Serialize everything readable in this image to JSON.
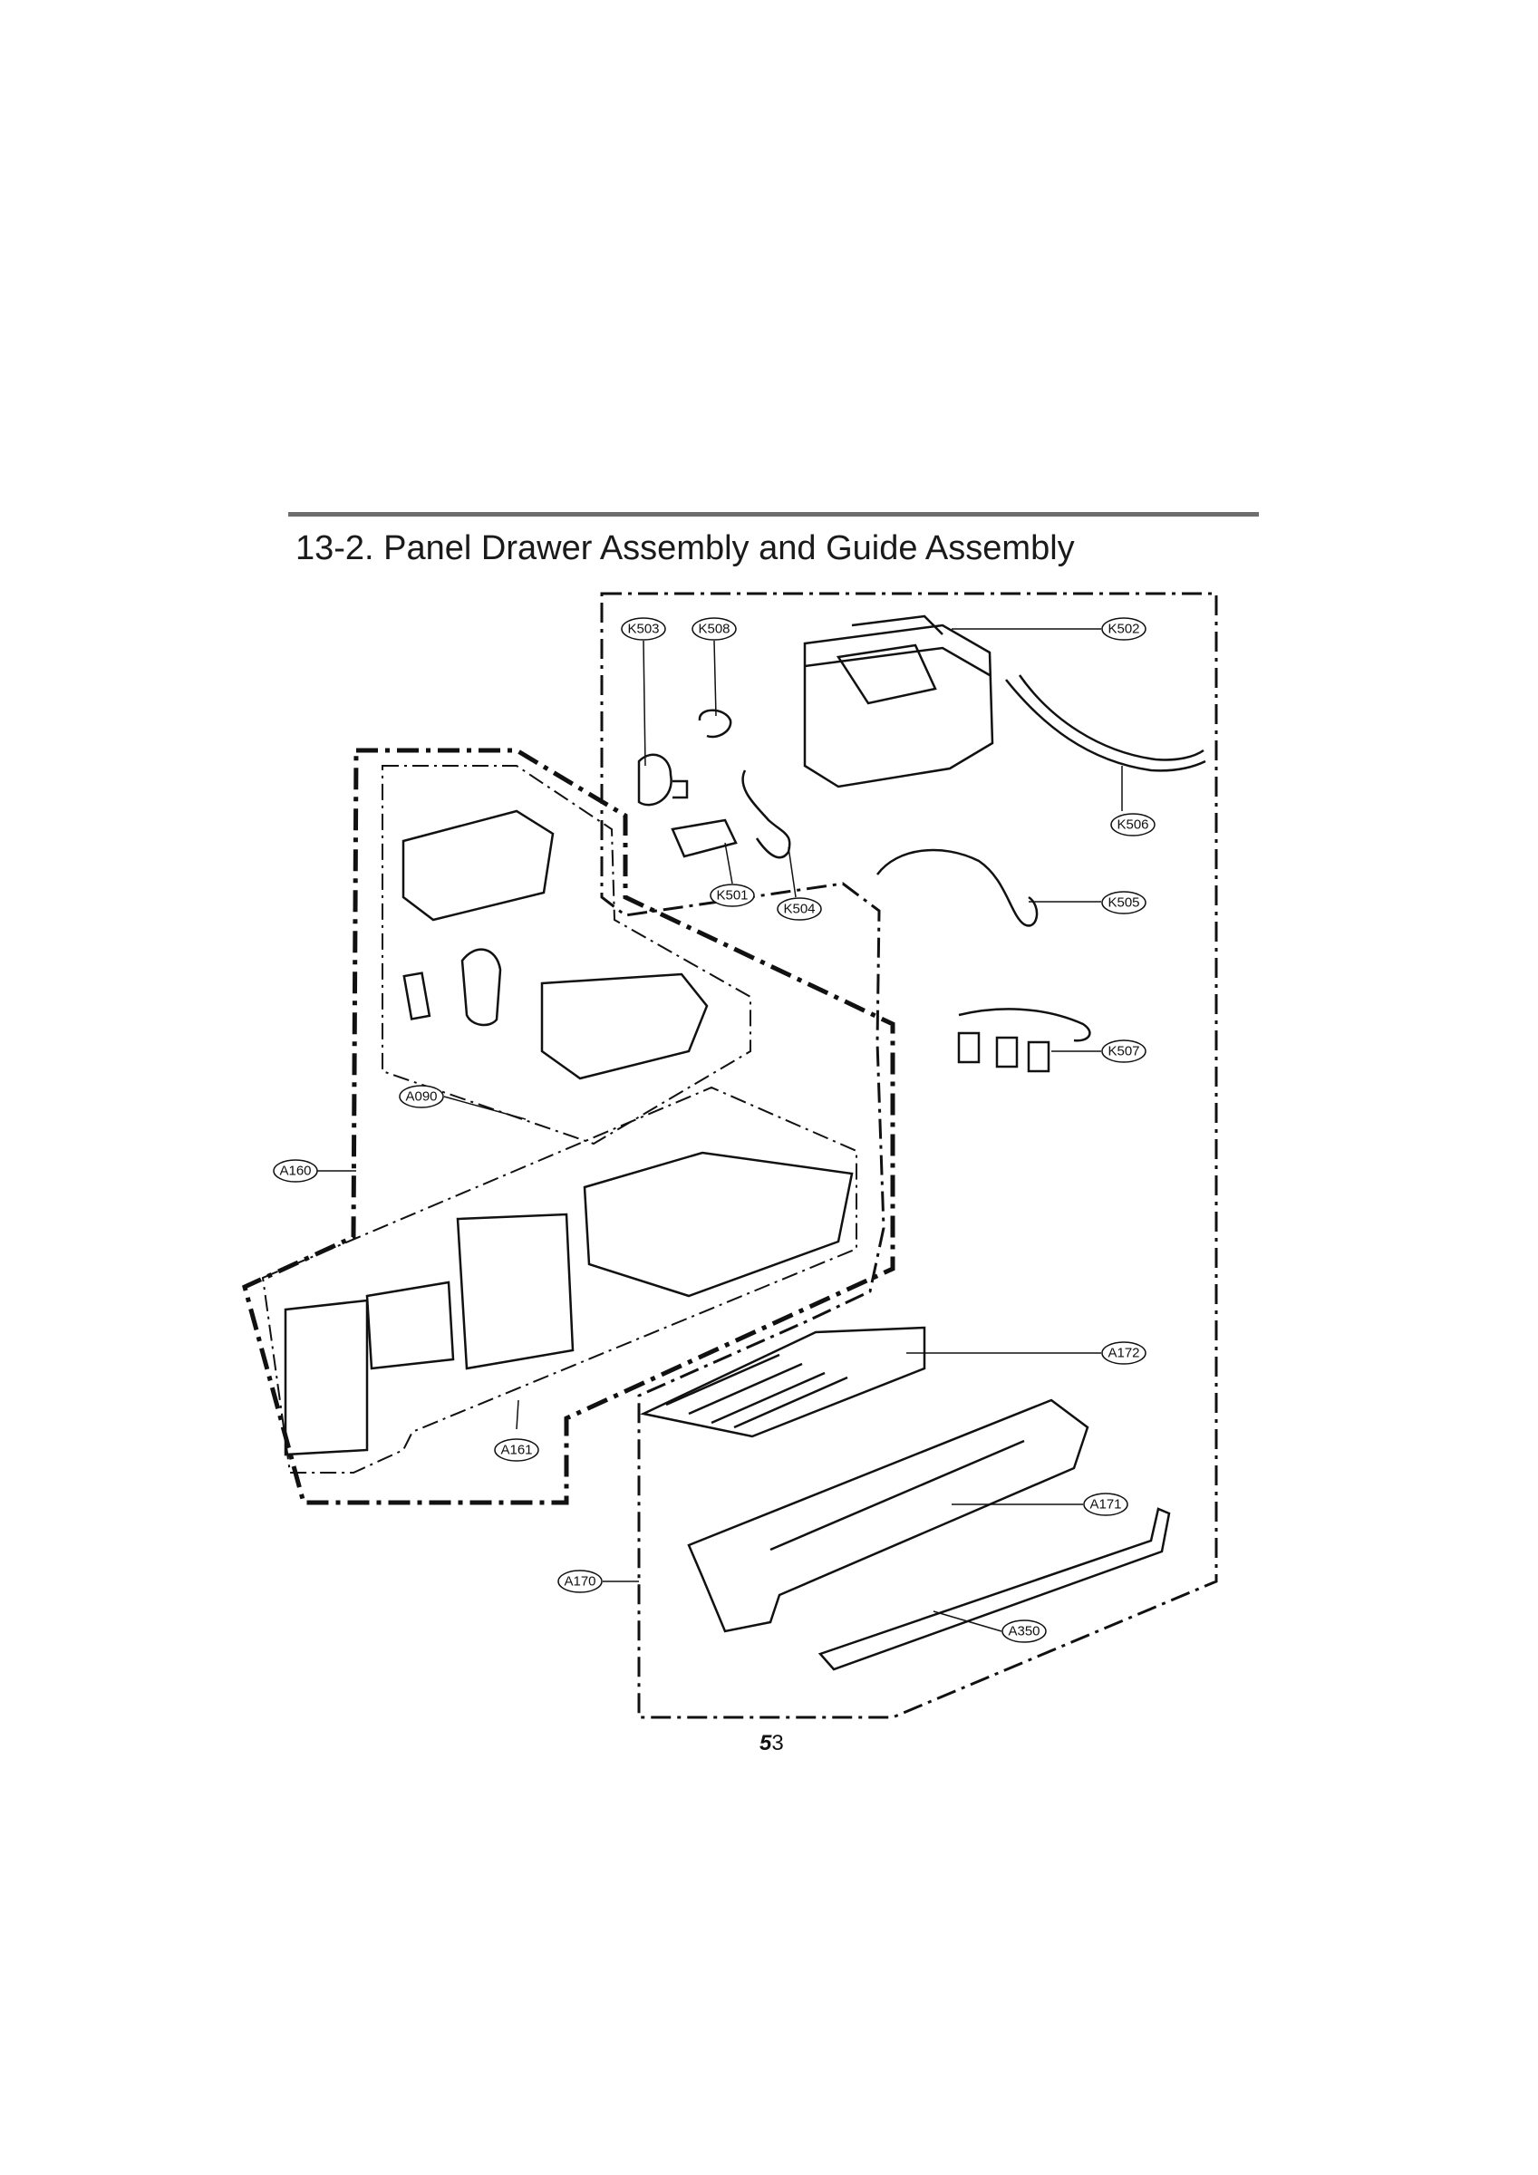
{
  "header": {
    "title": "13-2. Panel Drawer Assembly and Guide Assembly"
  },
  "callouts": [
    "K503",
    "K508",
    "K502",
    "K506",
    "K501",
    "K504",
    "K505",
    "K507",
    "A090",
    "A160",
    "A172",
    "A161",
    "A171",
    "A170",
    "A350"
  ],
  "page": {
    "number_bold": "5",
    "number_rest": "3"
  }
}
